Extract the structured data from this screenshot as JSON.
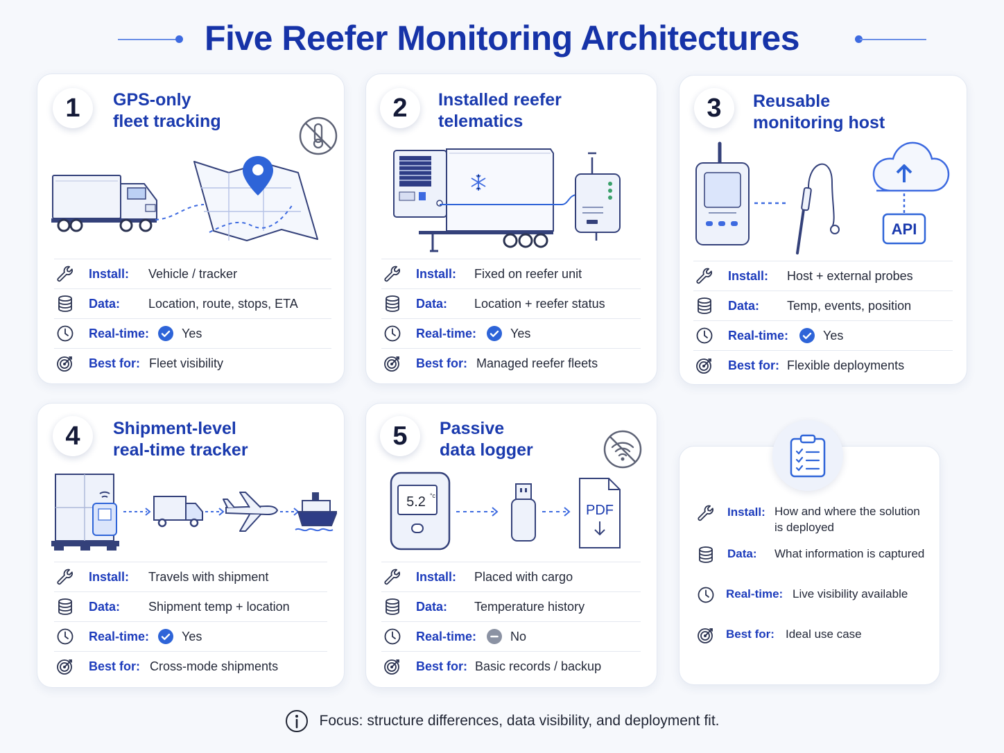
{
  "title": "Five Reefer Monitoring Architectures",
  "cards": [
    {
      "number": "1",
      "title_line1": "GPS-only",
      "title_line2": "fleet tracking",
      "rows": [
        {
          "label": "Install:",
          "value": "Vehicle / tracker"
        },
        {
          "label": "Data:",
          "value": "Location, route, stops, ETA"
        },
        {
          "label": "Real-time:",
          "value": "Yes",
          "status": "yes"
        },
        {
          "label": "Best for:",
          "value": "Fleet visibility"
        }
      ]
    },
    {
      "number": "2",
      "title_line1": "Installed reefer",
      "title_line2": "telematics",
      "rows": [
        {
          "label": "Install:",
          "value": "Fixed on reefer unit"
        },
        {
          "label": "Data:",
          "value": "Location + reefer status"
        },
        {
          "label": "Real-time:",
          "value": "Yes",
          "status": "yes"
        },
        {
          "label": "Best for:",
          "value": "Managed reefer fleets"
        }
      ]
    },
    {
      "number": "3",
      "title_line1": "Reusable",
      "title_line2": "monitoring host",
      "api_label": "API",
      "rows": [
        {
          "label": "Install:",
          "value": "Host + external probes"
        },
        {
          "label": "Data:",
          "value": "Temp, events, position"
        },
        {
          "label": "Real-time:",
          "value": "Yes",
          "status": "yes"
        },
        {
          "label": "Best for:",
          "value": "Flexible deployments"
        }
      ]
    },
    {
      "number": "4",
      "title_line1": "Shipment-level",
      "title_line2": "real-time tracker",
      "rows": [
        {
          "label": "Install:",
          "value": "Travels with shipment"
        },
        {
          "label": "Data:",
          "value": "Shipment temp + location"
        },
        {
          "label": "Real-time:",
          "value": "Yes",
          "status": "yes"
        },
        {
          "label": "Best for:",
          "value": "Cross-mode shipments"
        }
      ]
    },
    {
      "number": "5",
      "title_line1": "Passive",
      "title_line2": "data logger",
      "logger_reading": "5.2",
      "logger_unit": "°c",
      "pdf_label": "PDF",
      "rows": [
        {
          "label": "Install:",
          "value": "Placed with cargo"
        },
        {
          "label": "Data:",
          "value": "Temperature history"
        },
        {
          "label": "Real-time:",
          "value": "No",
          "status": "no"
        },
        {
          "label": "Best for:",
          "value": "Basic records / backup"
        }
      ]
    }
  ],
  "legend": {
    "rows": [
      {
        "label": "Install:",
        "value_line1": "How and where the solution",
        "value_line2": "is deployed"
      },
      {
        "label": "Data:",
        "value_line1": "What information is captured",
        "value_line2": ""
      },
      {
        "label": "Real-time:",
        "value_line1": "Live visibility available",
        "value_line2": ""
      },
      {
        "label": "Best for:",
        "value_line1": "Ideal use case",
        "value_line2": ""
      }
    ]
  },
  "footer": "Focus: structure differences, data visibility, and deployment fit.",
  "colors": {
    "accent": "#1a3aae",
    "brand_blue": "#2e64d8",
    "line": "#3d6ae0",
    "background": "#f6f8fc"
  },
  "icons": {
    "install": "wrench-icon",
    "data": "database-icon",
    "realtime": "clock-icon",
    "best": "target-icon",
    "yes": "check-circle-icon",
    "no": "minus-circle-icon",
    "footer": "info-icon"
  }
}
